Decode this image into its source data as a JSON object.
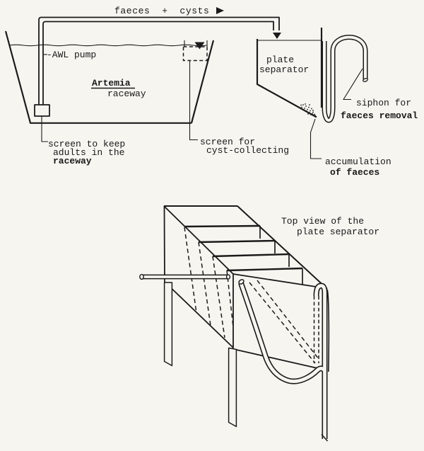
{
  "figure": {
    "background": "#f7f5f0",
    "ink": "#1b1b1b",
    "upper_diagram": {
      "flow_label": "faeces  +  cysts",
      "pump_label": "-AWL pump",
      "raceway_name_line1": "Artemia",
      "raceway_name_line2": "raceway",
      "separator_label_line1": "plate",
      "separator_label_line2": "separator",
      "siphon_label_line1": "siphon for",
      "siphon_label_line2": "faeces removal",
      "left_screen_label_line1": "screen to keep",
      "left_screen_label_line2": "adults in the",
      "left_screen_label_line3": "raceway",
      "right_screen_label_line1": "screen for",
      "right_screen_label_line2": "cyst-collecting",
      "accumulation_label_line1": "accumulation",
      "accumulation_label_line2": "of faeces"
    },
    "lower_diagram": {
      "caption_line1": "Top view of the",
      "caption_line2": "plate separator"
    }
  }
}
